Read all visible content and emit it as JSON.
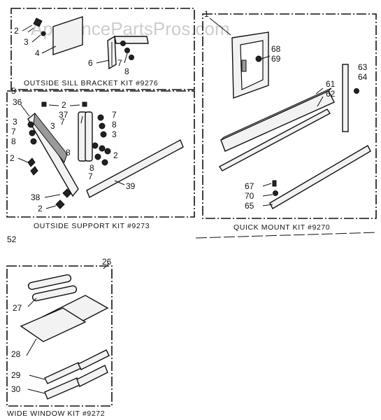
{
  "watermark": "AppliancePartsPros.com",
  "kits": {
    "sill_bracket": {
      "caption": "OUTSIDE SILL BRACKET KIT #9276",
      "ref": "5"
    },
    "outside_support": {
      "caption": "OUTSIDE SUPPORT KIT #9273",
      "ref": "52"
    },
    "quick_mount": {
      "caption": "QUICK MOUNT KIT #9270",
      "ref": "1"
    },
    "wide_window": {
      "caption": "WIDE WINDOW KIT #9272",
      "ref": "26"
    }
  },
  "callouts": {
    "sill_bracket": [
      "2",
      "3",
      "4",
      "6",
      "7",
      "8"
    ],
    "outside_support": [
      "36",
      "3",
      "7",
      "8",
      "2",
      "37",
      "3",
      "7",
      "8",
      "7",
      "8",
      "3",
      "2",
      "8",
      "2",
      "7",
      "38",
      "2",
      "39"
    ],
    "quick_mount": [
      "68",
      "69",
      "63",
      "64",
      "61",
      "62",
      "67",
      "70",
      "65"
    ],
    "wide_window": [
      "27",
      "28",
      "29",
      "30"
    ]
  }
}
